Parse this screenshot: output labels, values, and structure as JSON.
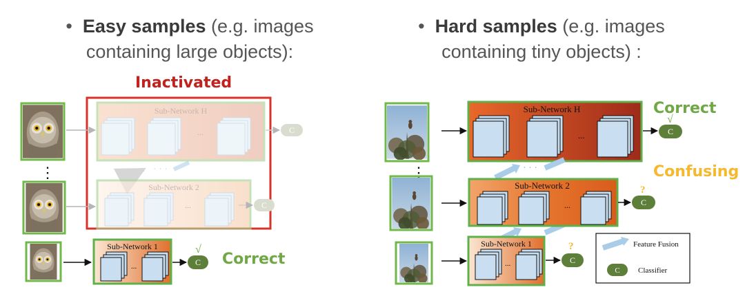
{
  "colors": {
    "correct": "#70a845",
    "confusing": "#f5b82e",
    "inactivated": "#c0221e",
    "frame_green": "#70b84a",
    "classifier": "#5e7f3a"
  },
  "left": {
    "bullet": "•",
    "title_bold": "Easy samples",
    "title_rest": " (e.g. images",
    "title_line2": "containing large objects):",
    "inactivated_label": "Inactivated",
    "networks": {
      "h": "Sub-Network H",
      "two": "Sub-Network 2",
      "one": "Sub-Network 1"
    },
    "classifier": "C",
    "check": "√",
    "result": "Correct",
    "vdots": "⋮",
    "ellipsis": "...",
    "dots": "· · ·"
  },
  "right": {
    "bullet": "•",
    "title_bold": "Hard samples",
    "title_rest": " (e.g. images",
    "title_line2": "containing tiny objects) :",
    "networks": {
      "h": "Sub-Network H",
      "two": "Sub-Network 2",
      "one": "Sub-Network 1"
    },
    "classifier": "C",
    "check": "√",
    "question": "?",
    "result_top": "Correct",
    "result_mid": "Confusing",
    "vdots": "⋮",
    "ellipsis": "...",
    "dots": "· · ·",
    "legend": {
      "fusion": "Feature Fusion",
      "classifier": "Classifier",
      "classifier_symbol": "C"
    }
  }
}
